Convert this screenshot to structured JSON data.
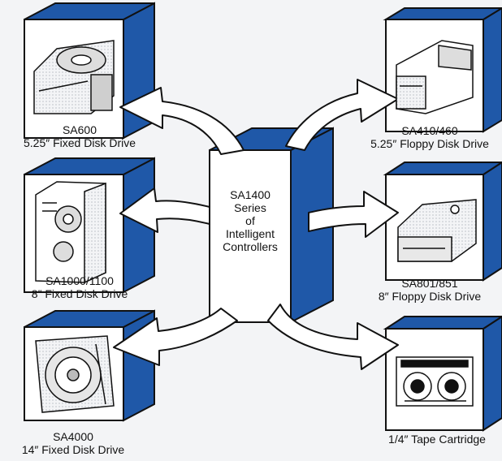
{
  "controller": {
    "lines": [
      "SA1400",
      "Series",
      "of",
      "Intelligent",
      "Controllers"
    ]
  },
  "devices": [
    {
      "id": "sa600",
      "model": "SA600",
      "description": "5.25″ Fixed Disk Drive",
      "icon": "hard-disk-icon"
    },
    {
      "id": "sa1000",
      "model": "SA1000/1100",
      "description": "8″ Fixed Disk Drive",
      "icon": "hard-disk-icon"
    },
    {
      "id": "sa4000",
      "model": "SA4000",
      "description": "14″ Fixed Disk Drive",
      "icon": "platter-disk-icon"
    },
    {
      "id": "sa410",
      "model": "SA410/460",
      "description": "5.25″ Floppy Disk Drive",
      "icon": "floppy-drive-icon"
    },
    {
      "id": "sa801",
      "model": "SA801/851",
      "description": "8″ Floppy Disk Drive",
      "icon": "floppy-drive-icon"
    },
    {
      "id": "tape",
      "model": "",
      "description": "1/4″ Tape Cartridge",
      "icon": "tape-cartridge-icon"
    }
  ],
  "colors": {
    "background": "#f3f4f6",
    "box_face": "#ffffff",
    "box_side": "#1f58a8",
    "outline": "#111111"
  }
}
